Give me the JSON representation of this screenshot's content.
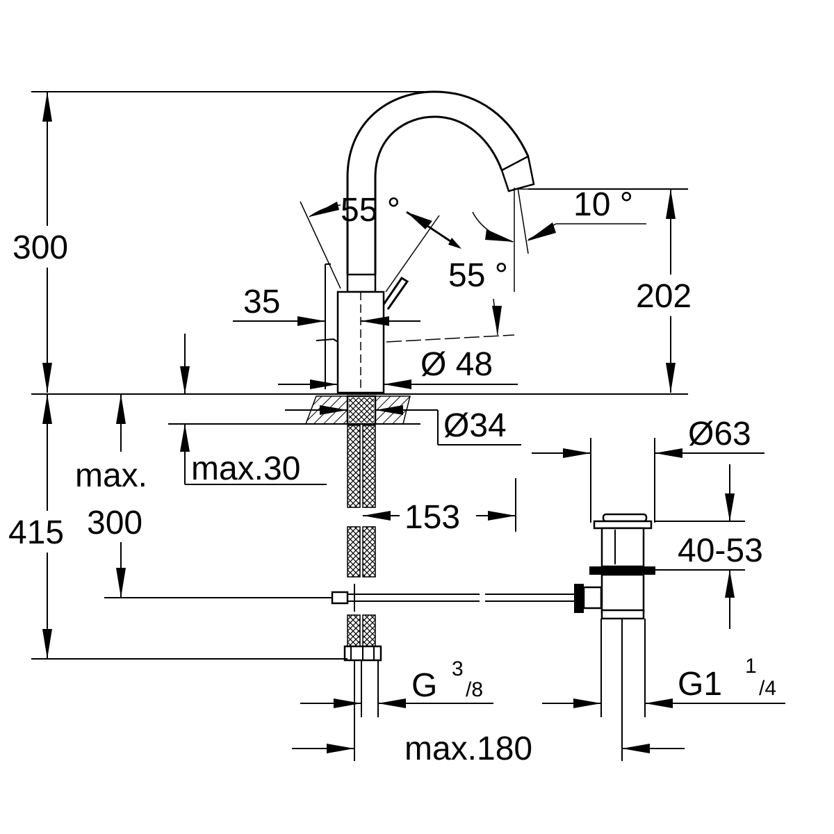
{
  "diagram": {
    "dimensions": {
      "total_height": "300",
      "angle_left": "55 °",
      "angle_right": "55 °",
      "angle_spout": "10 °",
      "spout_height": "202",
      "lever_offset": "35",
      "body_diameter": "Ø 48",
      "hole_diameter": "Ø34",
      "waste_diameter": "Ø63",
      "deck_thickness_label": "max.30",
      "below_total": "415",
      "below_max_label": "max.",
      "below_max_value": "300",
      "center_distance": "153",
      "waste_range": "40-53",
      "thread_left_main": "G",
      "thread_left_sup": "3",
      "thread_left_sub": "/8",
      "thread_right_main": "G1",
      "thread_right_sup": "1",
      "thread_right_sub": "/4",
      "bottom_spacing": "max.180"
    }
  }
}
